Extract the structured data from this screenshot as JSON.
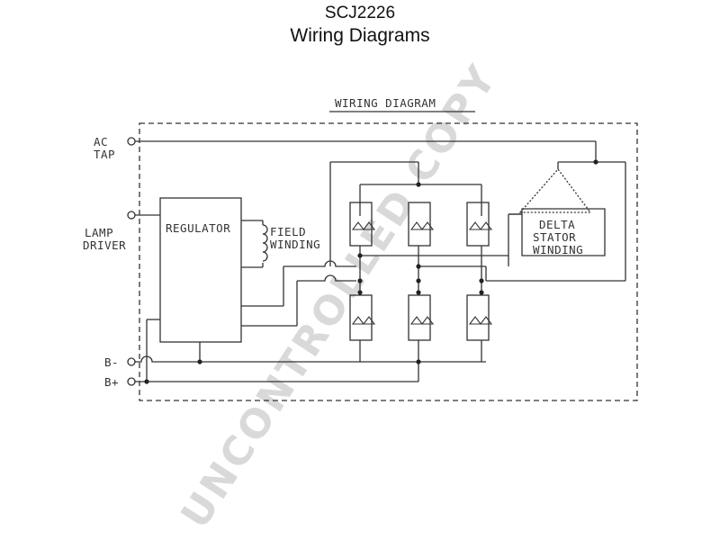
{
  "header": {
    "part_number": "SCJ2226",
    "subtitle": "Wiring Diagrams"
  },
  "diagram": {
    "heading": "WIRING DIAGRAM",
    "terminals": {
      "ac_tap": [
        "AC",
        "TAP"
      ],
      "lamp_driver": [
        "LAMP",
        "DRIVER"
      ],
      "b_minus": "B-",
      "b_plus": "B+"
    },
    "regulator": "REGULATOR",
    "field_winding": [
      "FIELD",
      "WINDING"
    ],
    "stator": [
      "DELTA",
      "STATOR",
      "WINDING"
    ]
  },
  "watermark": "UNCONTROLLED COPY",
  "colors": {
    "line": "#333333",
    "watermark": "#d9d9d9"
  }
}
